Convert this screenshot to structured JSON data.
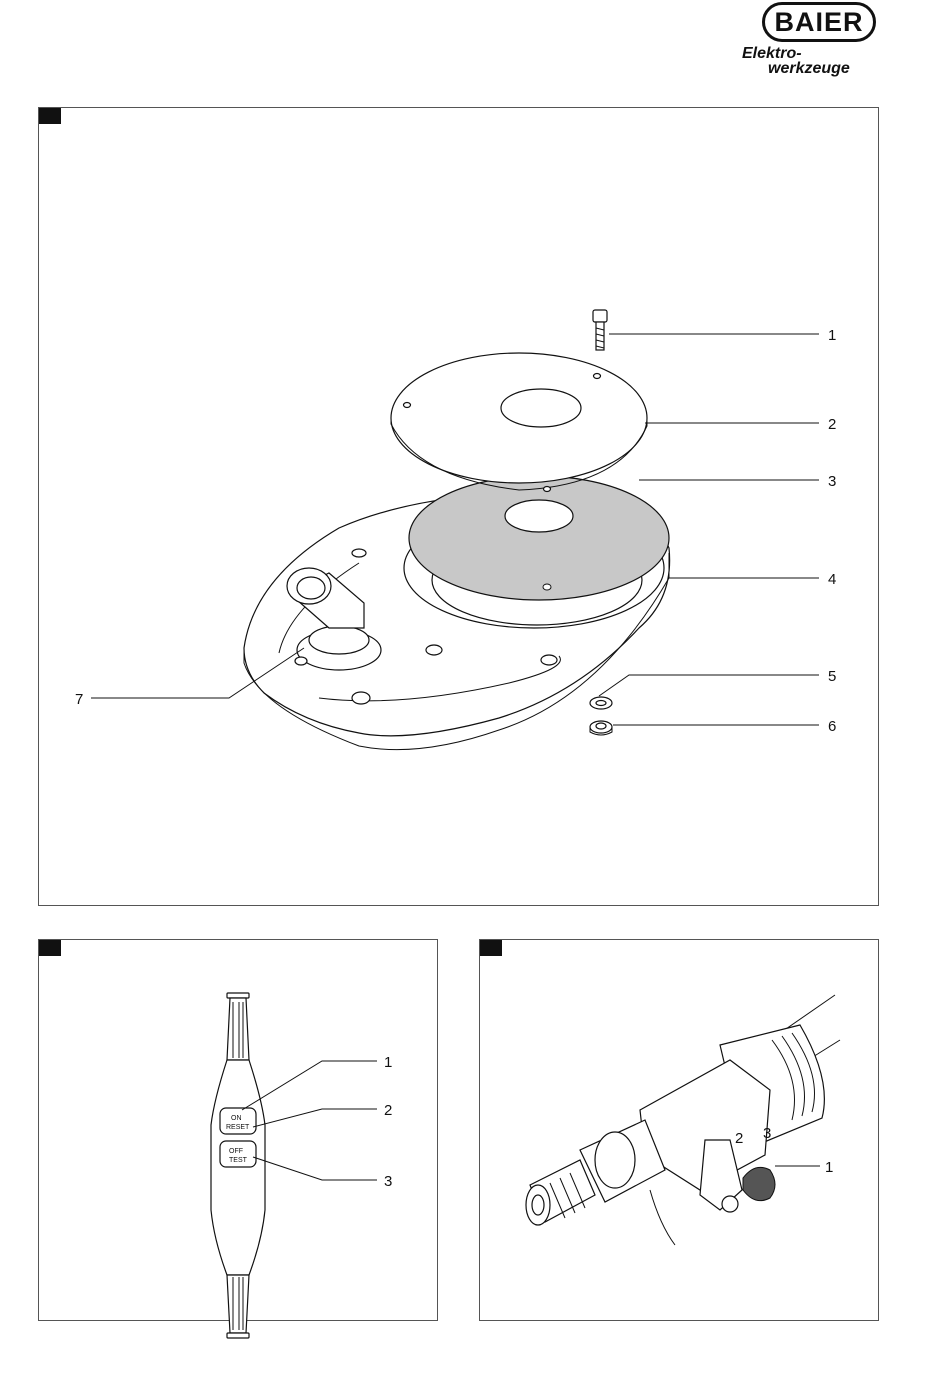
{
  "logo": {
    "brand": "BAIER",
    "line1": "Elektro-",
    "line2": "werkzeuge"
  },
  "figure_main": {
    "callouts": [
      "1",
      "2",
      "3",
      "4",
      "5",
      "6",
      "7"
    ]
  },
  "figure_rcd": {
    "callouts": [
      "1",
      "2",
      "3"
    ],
    "button_on": "ON",
    "button_reset": "RESET",
    "button_off": "OFF",
    "button_test": "TEST"
  },
  "figure_drill": {
    "callouts": [
      "1"
    ],
    "gear_labels": [
      "2",
      "3"
    ]
  },
  "colors": {
    "line": "#111111",
    "seal_fill": "#c8c8c8",
    "knob_fill": "#555555"
  }
}
